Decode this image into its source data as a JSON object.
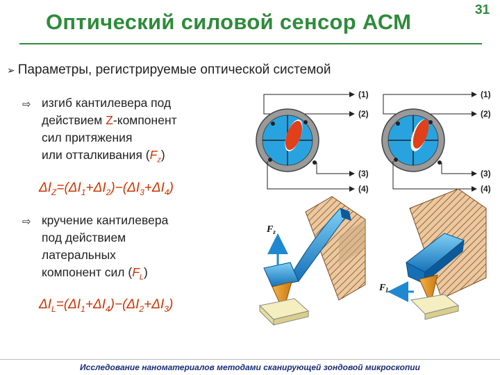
{
  "slide": {
    "title": "Оптический силовой сенсор АСМ",
    "number": "31",
    "footer": "Исследование наноматериалов методами сканирующей зондовой микроскопии"
  },
  "main_bullet": "Параметры, регистрируемые оптической системой",
  "bending": {
    "line1": "изгиб кантилевера под",
    "line2_pre": "действием ",
    "line2_hl": "Z",
    "line2_post": "-компонент",
    "line3": "сил притяжения",
    "line4_pre": "или отталкивания (",
    "line4_hl": "F",
    "line4_sub": "z",
    "line4_post": ")",
    "formula": [
      "ΔI",
      "Z",
      "=(ΔI",
      "1",
      "+ΔI",
      "2",
      ")−(ΔI",
      "3",
      "+ΔI",
      "4",
      ")"
    ]
  },
  "torsion": {
    "line1": "кручение кантилевера",
    "line2": "под действием",
    "line3": "латеральных",
    "line4_pre": "компонент сил (",
    "line4_hl": "F",
    "line4_sub": "L",
    "line4_post": ")",
    "formula": [
      "ΔI",
      "L",
      "=(ΔI",
      "1",
      "+ΔI",
      "4",
      ")−(ΔI",
      "2",
      "+ΔI",
      "3",
      ")"
    ]
  },
  "detector_labels": [
    "(1)",
    "(2)",
    "(3)",
    "(4)"
  ],
  "force_labels": {
    "fz": "F",
    "fz_sub": "z",
    "fl": "F",
    "fl_sub": "L"
  },
  "colors": {
    "title": "#2e8b3c",
    "highlight": "#cc3300",
    "detector_blue": "#29a3e0",
    "spot": "#e0401a"
  }
}
